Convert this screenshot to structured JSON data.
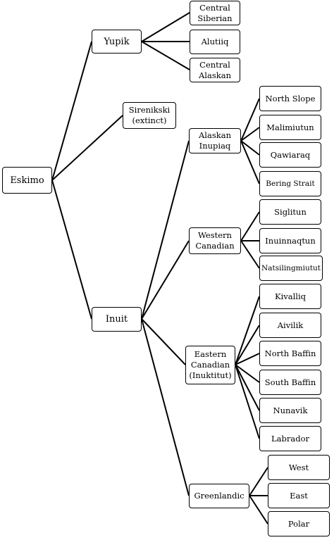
{
  "root": "Eskimo",
  "yupik": {
    "label": "Yupik",
    "children": [
      "Central\nSiberian",
      "Alutiiq",
      "Central\nAlaskan"
    ]
  },
  "sirenikski": "Sirenikski\n(extinct)",
  "inuit": {
    "label": "Inuit",
    "alaskan": {
      "label": "Alaskan\nInupiaq",
      "children": [
        "North Slope",
        "Malimiutun",
        "Qawiaraq",
        "Bering Strait"
      ]
    },
    "western": {
      "label": "Western\nCanadian",
      "children": [
        "Siglitun",
        "Inuinnaqtun",
        "Natsilingmiutut"
      ]
    },
    "eastern": {
      "label": "Eastern\nCanadian\n(Inuktitut)",
      "children": [
        "Kivalliq",
        "Aivilik",
        "North Baffin",
        "South Baffin",
        "Nunavik",
        "Labrador"
      ]
    },
    "greenlandic": {
      "label": "Greenlandic",
      "children": [
        "West",
        "East",
        "Polar"
      ]
    }
  }
}
